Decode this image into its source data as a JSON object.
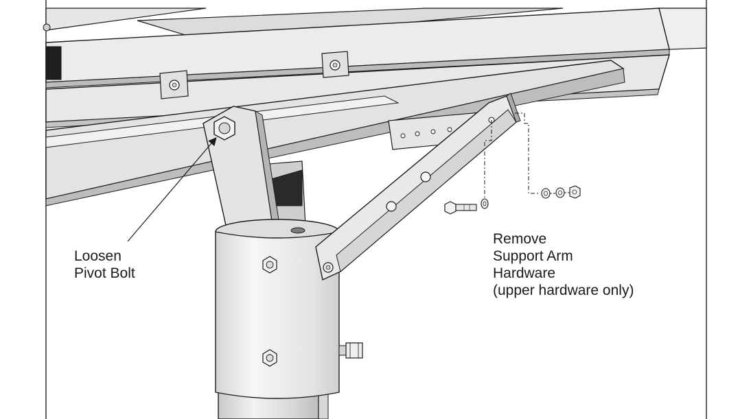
{
  "callouts": {
    "pivot_bolt": {
      "lines": [
        "Loosen",
        "Pivot Bolt"
      ]
    },
    "support_arm": {
      "lines": [
        "Remove",
        "Support Arm",
        "Hardware",
        "(upper hardware only)"
      ]
    }
  },
  "colors": {
    "metal_light": "#e9e9e9",
    "metal_mid": "#d2d2d2",
    "metal_dark": "#a9a9a9",
    "outline": "#1a1a1a",
    "hole": "#404040",
    "dark_part": "#1e1e1e"
  }
}
